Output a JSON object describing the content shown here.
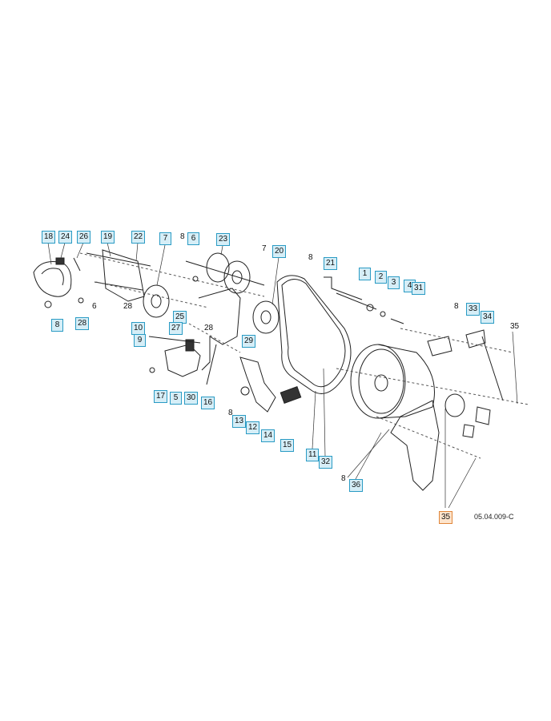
{
  "drawing_code": "05.04.009-C",
  "callouts": [
    {
      "id": "c18",
      "label": "18",
      "style": "boxed"
    },
    {
      "id": "c24",
      "label": "24",
      "style": "boxed"
    },
    {
      "id": "c26",
      "label": "26",
      "style": "boxed"
    },
    {
      "id": "c19",
      "label": "19",
      "style": "boxed"
    },
    {
      "id": "c22",
      "label": "22",
      "style": "boxed"
    },
    {
      "id": "c7a",
      "label": "7",
      "style": "boxed"
    },
    {
      "id": "c8a",
      "label": "8",
      "style": "plain"
    },
    {
      "id": "c6a",
      "label": "6",
      "style": "boxed"
    },
    {
      "id": "c23",
      "label": "23",
      "style": "boxed"
    },
    {
      "id": "c7b",
      "label": "7",
      "style": "plain"
    },
    {
      "id": "c20",
      "label": "20",
      "style": "boxed"
    },
    {
      "id": "c8b",
      "label": "8",
      "style": "plain"
    },
    {
      "id": "c21",
      "label": "21",
      "style": "boxed"
    },
    {
      "id": "c1",
      "label": "1",
      "style": "boxed"
    },
    {
      "id": "c2",
      "label": "2",
      "style": "boxed"
    },
    {
      "id": "c3",
      "label": "3",
      "style": "boxed"
    },
    {
      "id": "c4",
      "label": "4",
      "style": "boxed"
    },
    {
      "id": "c31",
      "label": "31",
      "style": "boxed"
    },
    {
      "id": "c6b",
      "label": "6",
      "style": "plain"
    },
    {
      "id": "c28a",
      "label": "28",
      "style": "plain"
    },
    {
      "id": "c8c",
      "label": "8",
      "style": "boxed"
    },
    {
      "id": "c28b",
      "label": "28",
      "style": "boxed"
    },
    {
      "id": "c25",
      "label": "25",
      "style": "boxed"
    },
    {
      "id": "c10",
      "label": "10",
      "style": "boxed"
    },
    {
      "id": "c27",
      "label": "27",
      "style": "boxed"
    },
    {
      "id": "c28c",
      "label": "28",
      "style": "plain"
    },
    {
      "id": "c9",
      "label": "9",
      "style": "boxed"
    },
    {
      "id": "c29",
      "label": "29",
      "style": "boxed"
    },
    {
      "id": "c8d",
      "label": "8",
      "style": "plain"
    },
    {
      "id": "c33",
      "label": "33",
      "style": "boxed"
    },
    {
      "id": "c34",
      "label": "34",
      "style": "boxed"
    },
    {
      "id": "c35a",
      "label": "35",
      "style": "plain"
    },
    {
      "id": "c17",
      "label": "17",
      "style": "boxed"
    },
    {
      "id": "c5",
      "label": "5",
      "style": "boxed"
    },
    {
      "id": "c30",
      "label": "30",
      "style": "boxed"
    },
    {
      "id": "c16",
      "label": "16",
      "style": "boxed"
    },
    {
      "id": "c8e",
      "label": "8",
      "style": "plain"
    },
    {
      "id": "c13",
      "label": "13",
      "style": "boxed"
    },
    {
      "id": "c12",
      "label": "12",
      "style": "boxed"
    },
    {
      "id": "c14",
      "label": "14",
      "style": "boxed"
    },
    {
      "id": "c15",
      "label": "15",
      "style": "boxed"
    },
    {
      "id": "c11",
      "label": "11",
      "style": "boxed"
    },
    {
      "id": "c32",
      "label": "32",
      "style": "boxed"
    },
    {
      "id": "c8f",
      "label": "8",
      "style": "plain"
    },
    {
      "id": "c36",
      "label": "36",
      "style": "boxed"
    },
    {
      "id": "c35b",
      "label": "35",
      "style": "highlight"
    }
  ]
}
